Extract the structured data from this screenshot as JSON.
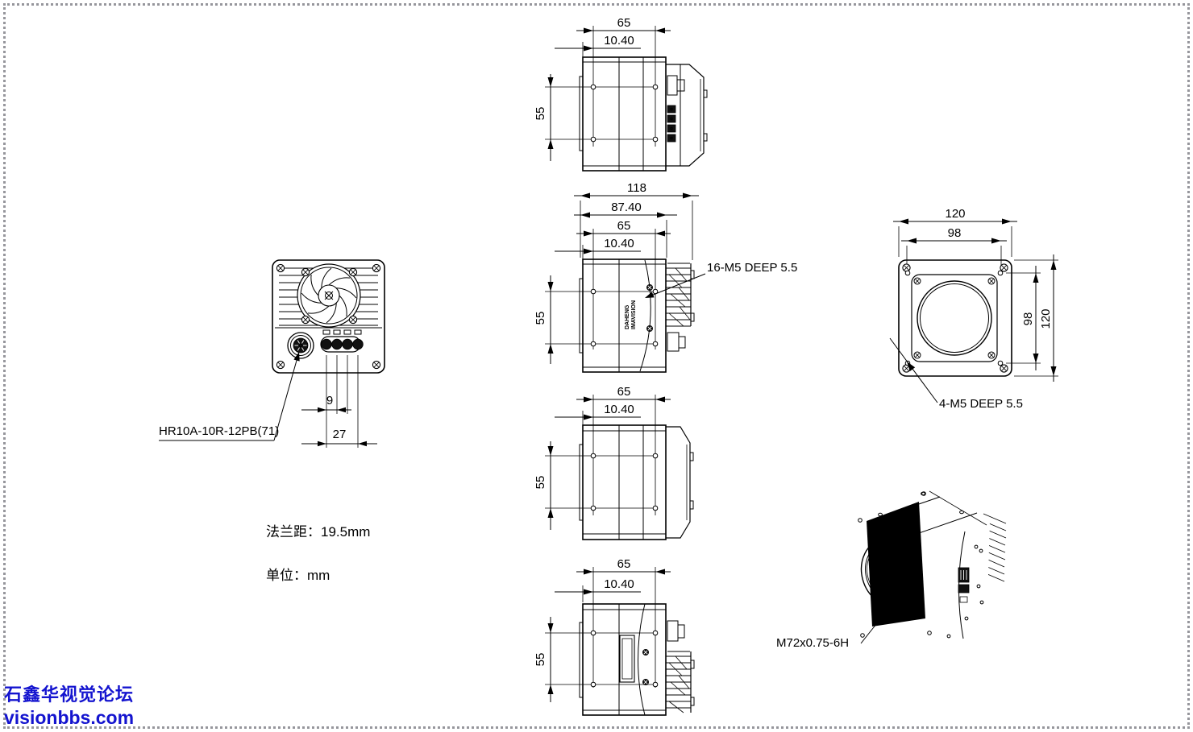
{
  "notes": {
    "flange_distance": "法兰距：19.5mm",
    "unit": "单位：mm"
  },
  "watermark": {
    "line1": "石鑫华视觉论坛",
    "line2": "visionbbs.com",
    "color": "#1414cf"
  },
  "views": {
    "top": {
      "dim_width": "65",
      "dim_offset": "10.40",
      "dim_height": "55"
    },
    "side": {
      "dim_total_depth": "118",
      "dim_body_depth": "87.40",
      "dim_width": "65",
      "dim_offset": "10.40",
      "dim_height": "55",
      "callout_mounting": "16-M5 DEEP 5.5",
      "logo_line1": "DAHENG",
      "logo_line2": "IMAVISION"
    },
    "front": {
      "dim_outer_width": "120",
      "dim_hole_width": "98",
      "dim_hole_height": "98",
      "dim_outer_height": "120",
      "callout_mounting": "4-M5 DEEP 5.5"
    },
    "rear": {
      "callout_connector": "HR10A-10R-12PB(71)",
      "dim_pitch": "9",
      "dim_span": "27"
    },
    "bottom": {
      "dim_width": "65",
      "dim_offset": "10.40",
      "dim_height": "55"
    },
    "side2": {
      "dim_width": "65",
      "dim_offset": "10.40",
      "dim_height": "55"
    },
    "iso": {
      "callout_lens_mount": "M72x0.75-6H"
    }
  }
}
